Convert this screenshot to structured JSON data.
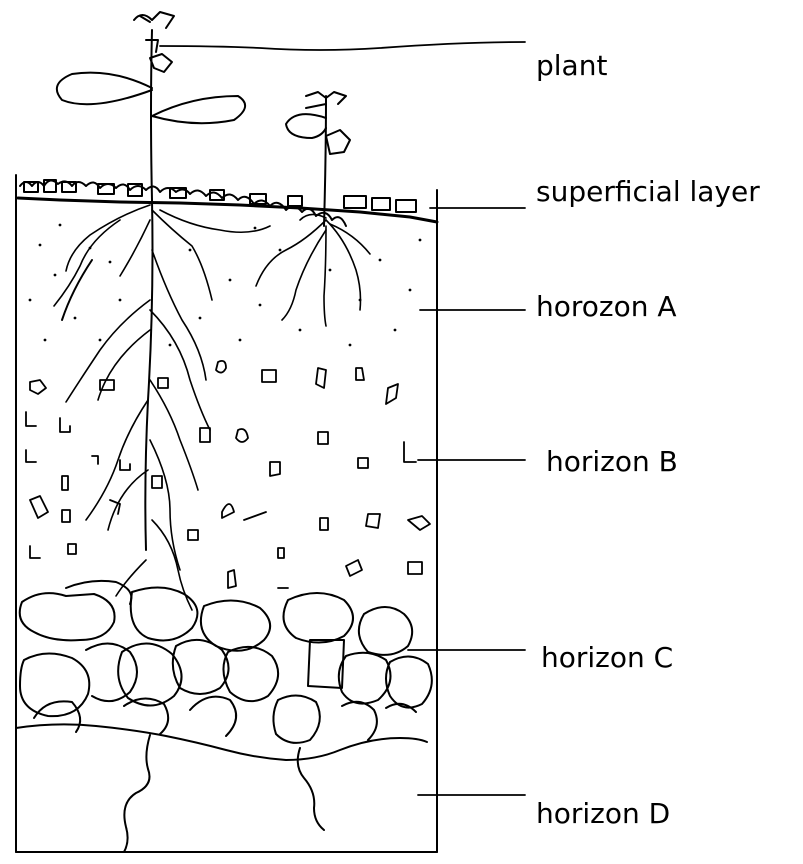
{
  "labels": {
    "plant": "plant",
    "superficial_layer": "superficial layer",
    "horizon_a": "horozon A",
    "horizon_b": "horizon B",
    "horizon_c": "horizon C",
    "horizon_d": "horizon D"
  },
  "colors": {
    "ink": "#000000",
    "background": "#ffffff"
  }
}
